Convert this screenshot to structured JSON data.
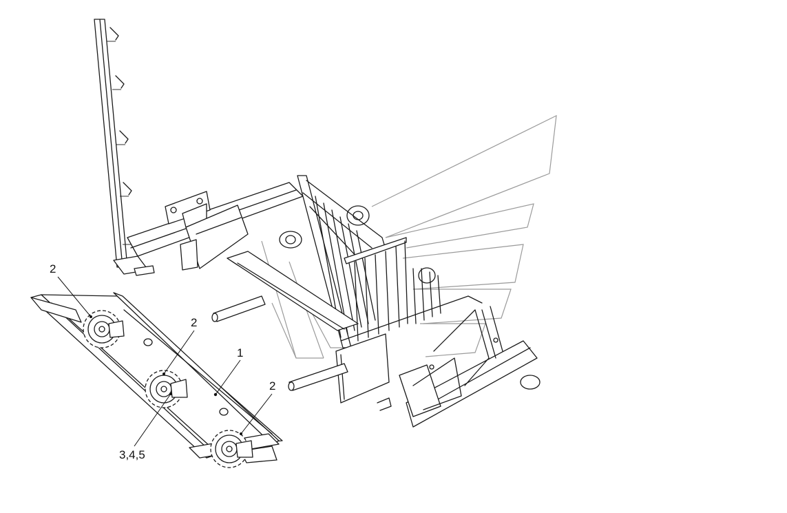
{
  "callouts": [
    {
      "id": "c1",
      "label": "2"
    },
    {
      "id": "c2",
      "label": "2"
    },
    {
      "id": "c3",
      "label": "1"
    },
    {
      "id": "c4",
      "label": "2"
    },
    {
      "id": "c5",
      "label": "3,4,5"
    }
  ],
  "colors": {
    "line": "#1a1a1a",
    "watermark": "#9a9a9a",
    "background": "#ffffff"
  }
}
